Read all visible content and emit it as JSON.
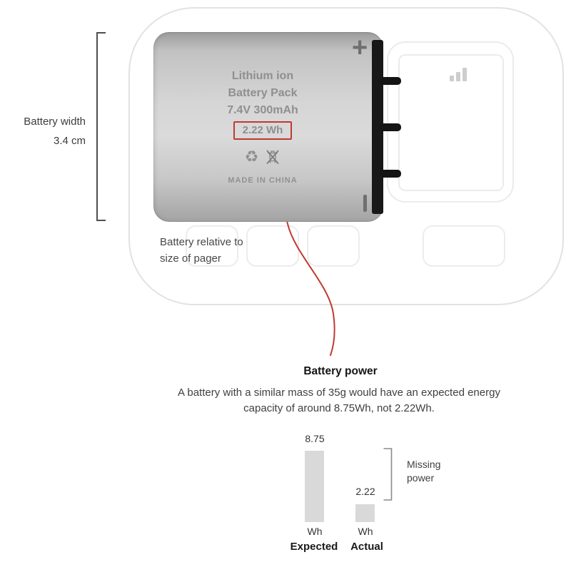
{
  "colors": {
    "accent_red": "#c03a30",
    "battery_text_gray": "#8f8f8f",
    "bar_fill": "#d9d9d9",
    "pager_outline": "#e2e2e2"
  },
  "diagram": {
    "battery": {
      "line1": "Lithium ion",
      "line2": "Battery Pack",
      "line3": "7.4V 300mAh",
      "highlighted_value": "2.22 Wh",
      "made_in": "MADE IN CHINA",
      "polarity_plus": "+",
      "recycle_glyph": "♻"
    },
    "width_annotation": {
      "label": "Battery width",
      "value": "3.4 cm"
    },
    "size_note": {
      "line1": "Battery relative to",
      "line2": "size of pager"
    }
  },
  "callout": {
    "title": "Battery power",
    "body_line1": "A battery with a similar mass of 35g would have an expected energy",
    "body_line2": "capacity of around 8.75Wh, not 2.22Wh."
  },
  "chart_data": {
    "type": "bar",
    "categories": [
      "Expected",
      "Actual"
    ],
    "values": [
      8.75,
      2.22
    ],
    "unit": "Wh",
    "annotation": "Missing power",
    "ylim": [
      0,
      8.75
    ],
    "grid": false,
    "legend_position": "none",
    "bar_color": "#d9d9d9"
  }
}
